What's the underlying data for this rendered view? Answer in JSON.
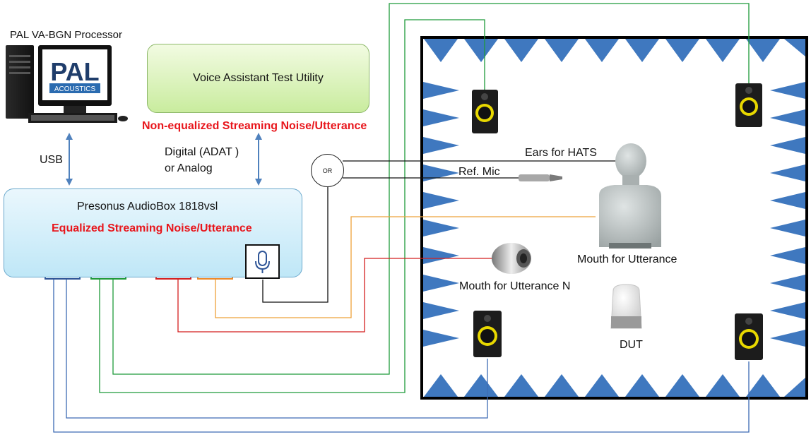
{
  "processor": {
    "title": "PAL VA-BGN Processor",
    "logo_text": "PAL",
    "logo_sub": "ACOUSTICS"
  },
  "vatu": {
    "label": "Voice Assistant Test Utility"
  },
  "non_eq_label": "Non-equalized Streaming Noise/Utterance",
  "usb_label": "USB",
  "digital_label_1": "Digital (ADAT )",
  "digital_label_2": "or  Analog",
  "presonus": {
    "title": "Presonus AudioBox 1818vsl",
    "eq_label": "Equalized Streaming Noise/Utterance"
  },
  "or_label": "OR",
  "room": {
    "ears_label": "Ears for HATS",
    "refmic_label": "Ref. Mic",
    "mouth_label": "Mouth for Utterance",
    "mouth_n_label": "Mouth for Utterance N",
    "dut_label": "DUT"
  },
  "colors": {
    "blue_wire": "#3d6bb3",
    "green_wire": "#1e9a3a",
    "red_wire": "#d41f1f",
    "orange_wire": "#eda23a",
    "room_wedge": "#3f78bf",
    "arrow_blue": "#4f81bd"
  },
  "icons": [
    "speaker-icon",
    "amplifier-icon",
    "microphone-icon",
    "computer-icon",
    "hats-icon",
    "smart-speaker-icon"
  ]
}
